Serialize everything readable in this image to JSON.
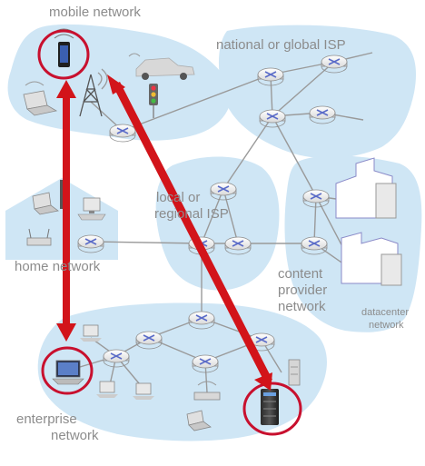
{
  "labels": {
    "mobile_network": "mobile network",
    "isp_global": "national or global ISP",
    "isp_local_line1": "local or",
    "isp_local_line2": "regional ISP",
    "home_network": "home network",
    "content_provider_line1": "content",
    "content_provider_line2": "provider",
    "content_provider_line3": "network",
    "datacenter_line1": "datacenter",
    "datacenter_line2": "network",
    "enterprise_line1": "enterprise",
    "enterprise_line2": "network"
  },
  "colors": {
    "region_fill": "#cfe6f5",
    "router_fill": "#ffffff",
    "router_stroke": "#8e8e8e",
    "router_x": "#5a6bc8",
    "link": "#9a9a9a",
    "arrow": "#d2141a",
    "highlight_circle": "#c8102e",
    "label": "#8c8c8c",
    "home_fill": "#cfe6f5"
  },
  "icons": [
    "smartphone-icon",
    "car-icon",
    "traffic-light-icon",
    "cell-tower-icon",
    "laptop-icon",
    "desktop-computer-icon",
    "server-icon",
    "wireless-router-icon",
    "datacenter-building-icon"
  ]
}
